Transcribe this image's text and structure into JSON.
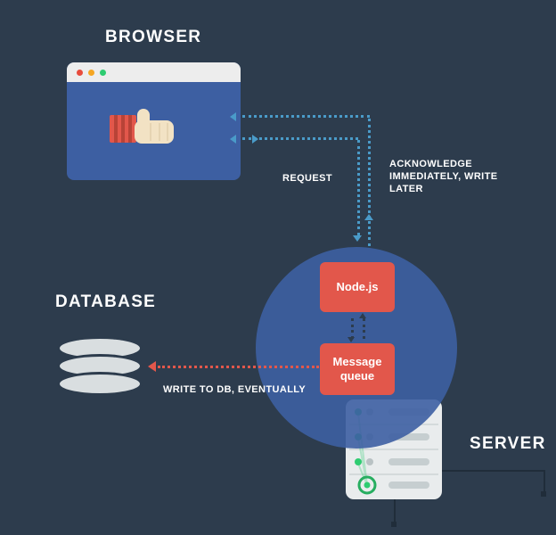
{
  "colors": {
    "bg": "#2d3c4d",
    "panel_blue": "#3d5fa2",
    "red": "#e2574b",
    "red_dark": "#b84337",
    "dotted_blue": "#4a9bc9",
    "white": "#ffffff",
    "gray_disk": "#d9dee0",
    "server_body": "#e9eced",
    "server_slot": "#c6ced0",
    "server_line": "#d4dadb",
    "dot_gray": "#b9c2c4",
    "green": "#2ecc71",
    "green_dark": "#27ae60",
    "orange": "#f5a623",
    "dot_red": "#e84c3d",
    "hand_cream": "#f2e2c4",
    "trace": "#202d3a"
  },
  "labels": {
    "browser": "BROWSER",
    "database": "DATABASE",
    "server": "SERVER",
    "request": "REQUEST",
    "acknowledge": "ACKNOWLEDGE\nIMMEDIATELY, WRITE\nLATER",
    "write_db": "WRITE TO DB, EVENTUALLY"
  },
  "nodes": {
    "browser_window": {
      "type": "browser",
      "icon": "thumbs-up-icon"
    },
    "nodejs": {
      "label": "Node.js"
    },
    "message_queue": {
      "label": "Message\nqueue"
    },
    "database": {
      "icon": "database-cylinders-icon"
    },
    "server": {
      "icon": "server-tower-icon"
    }
  },
  "edges": [
    {
      "from": "browser",
      "to": "nodejs",
      "label": "REQUEST",
      "style": "dotted",
      "color_key": "dotted_blue"
    },
    {
      "from": "nodejs",
      "to": "browser",
      "label": "ACKNOWLEDGE IMMEDIATELY, WRITE LATER",
      "style": "dotted",
      "color_key": "dotted_blue"
    },
    {
      "from": "nodejs",
      "to": "message_queue",
      "label": "",
      "style": "dotted",
      "color_key": "bg",
      "bidirectional": true
    },
    {
      "from": "message_queue",
      "to": "database",
      "label": "WRITE TO DB, EVENTUALLY",
      "style": "dotted",
      "color_key": "red"
    }
  ]
}
